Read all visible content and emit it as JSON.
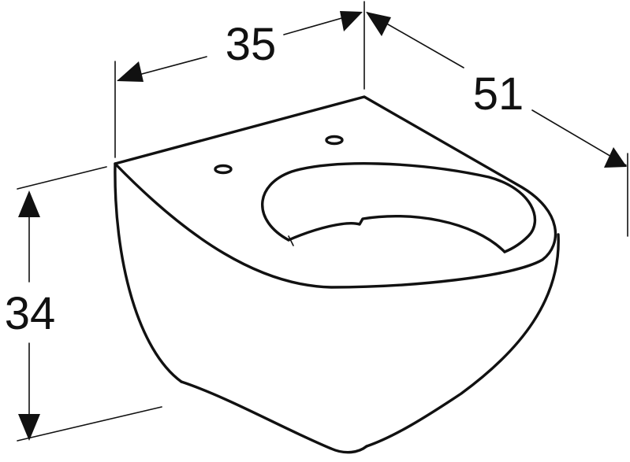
{
  "dimensions": {
    "width": {
      "value": "35"
    },
    "depth": {
      "value": "51"
    },
    "height": {
      "value": "34"
    }
  },
  "colors": {
    "line": "#111111",
    "background": "#ffffff"
  }
}
